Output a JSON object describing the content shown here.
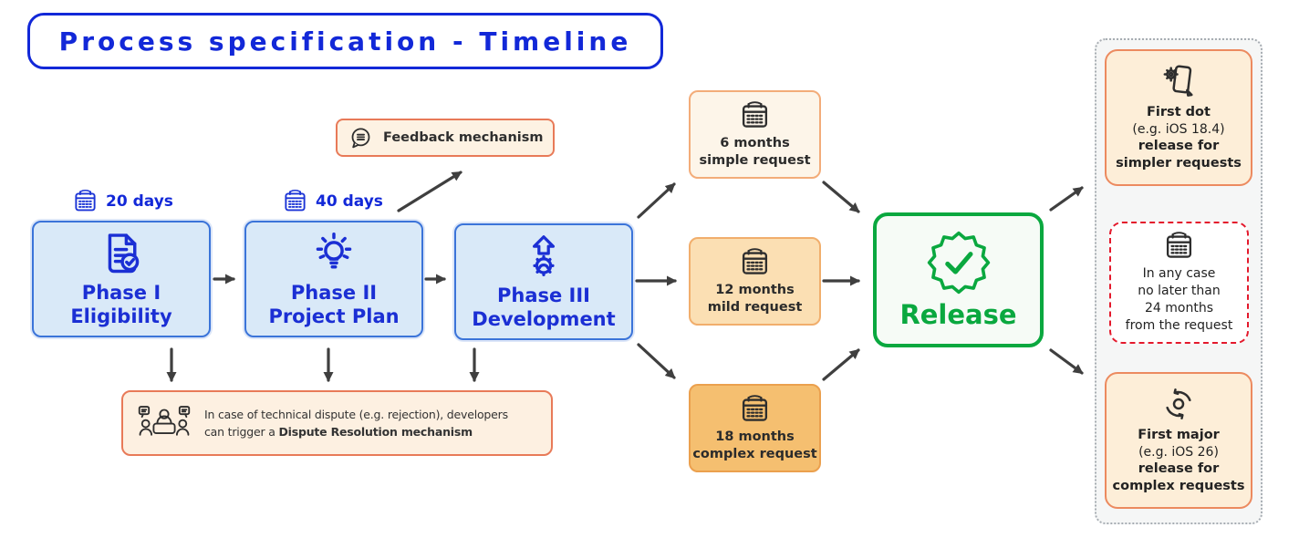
{
  "title": "Process specification - Timeline",
  "colors": {
    "primary_blue": "#1228d8",
    "phase_fill": "#d9e9f8",
    "phase_border": "#3b74d9",
    "accent_orange": "#e87a58",
    "cream_fill": "#fdf2e3",
    "request_simple_fill": "#fdf5e9",
    "request_mild_fill": "#fbdfb3",
    "request_complex_fill": "#f5bf70",
    "release_green": "#0aa83f",
    "alert_red": "#e4192c",
    "arrow_gray": "#3f3f3f"
  },
  "phases": [
    {
      "duration": "20 days",
      "icon": "document-check-icon",
      "title": "Phase I",
      "subtitle": "Eligibility"
    },
    {
      "duration": "40 days",
      "icon": "lightbulb-icon",
      "title": "Phase II",
      "subtitle": "Project Plan"
    },
    {
      "icon": "gear-up-arrow-icon",
      "title": "Phase III",
      "subtitle": "Development"
    }
  ],
  "feedback": {
    "icon": "speech-bubble-icon",
    "label": "Feedback mechanism"
  },
  "dispute": {
    "icon": "meeting-icon",
    "line1": "In case of technical dispute (e.g. rejection), developers",
    "line2_prefix": "can trigger a ",
    "line2_bold": "Dispute Resolution mechanism"
  },
  "requests": [
    {
      "icon": "calendar-icon",
      "duration": "6 months",
      "label": "simple request"
    },
    {
      "icon": "calendar-icon",
      "duration": "12 months",
      "label": "mild request"
    },
    {
      "icon": "calendar-icon",
      "duration": "18 months",
      "label": "complex request"
    }
  ],
  "release": {
    "icon": "badge-check-icon",
    "label": "Release"
  },
  "outcomes": {
    "first_dot": {
      "icon": "phone-gear-icon",
      "line1": "First dot",
      "line2": "(e.g. iOS 18.4)",
      "line3": "release for",
      "line4": "simpler requests"
    },
    "deadline": {
      "icon": "calendar-icon",
      "lines": [
        "In any case",
        "no later than",
        "24 months",
        "from the request"
      ]
    },
    "first_major": {
      "icon": "cycle-icon",
      "line1": "First major",
      "line2": "(e.g. iOS 26)",
      "line3": "release for",
      "line4": "complex requests"
    }
  }
}
